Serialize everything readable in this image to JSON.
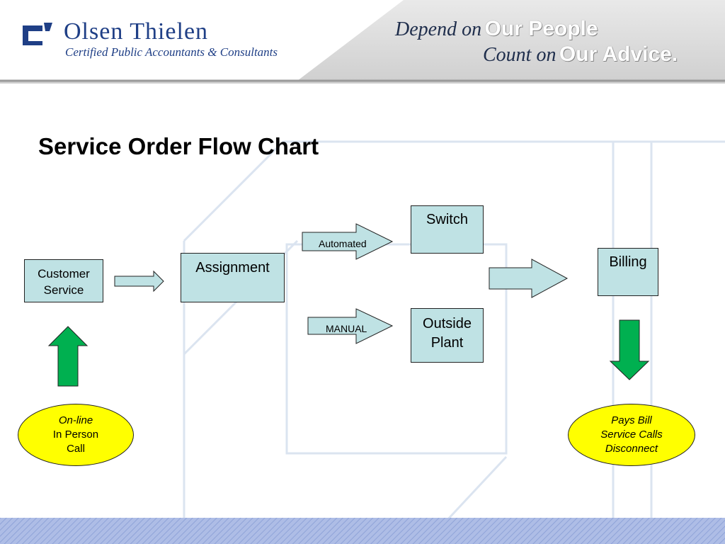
{
  "header": {
    "logo_name": "Olsen Thielen",
    "logo_subtitle": "Certified Public Accountants & Consultants",
    "tagline_line1_a": "Depend on",
    "tagline_line1_b": "Our People",
    "tagline_line2_a": "Count on",
    "tagline_line2_b": "Our Advice."
  },
  "title": "Service Order Flow Chart",
  "nodes": {
    "customer_service": {
      "line1": "Customer",
      "line2": "Service"
    },
    "assignment": "Assignment",
    "switch": "Switch",
    "outside_plant": {
      "line1": "Outside",
      "line2": "Plant"
    },
    "billing": "Billing"
  },
  "arrows": {
    "automated": "Automated",
    "manual": "MANUAL"
  },
  "ellipses": {
    "left": {
      "line1": "On-line",
      "line2": "In Person",
      "line3": "Call"
    },
    "right": {
      "line1": "Pays Bill",
      "line2": "Service Calls",
      "line3": "Disconnect"
    }
  },
  "colors": {
    "node_fill": "#bfe2e4",
    "ellipse_fill": "#ffff00",
    "green_arrow": "#00b050",
    "brand_blue": "#1f3f86"
  }
}
